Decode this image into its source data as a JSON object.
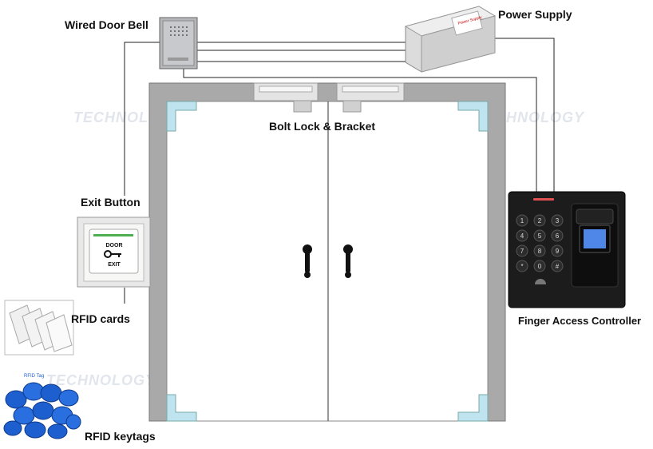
{
  "labels": {
    "doorbell": "Wired Door Bell",
    "power": "Power Supply",
    "bolt": "Bolt Lock & Bracket",
    "exit": "Exit Button",
    "rfid_cards": "RFID cards",
    "keytags": "RFID keytags",
    "finger": "Finger Access Controller"
  },
  "exit_plate": {
    "line1": "DOOR",
    "line2": "EXIT"
  },
  "keypad_keys": [
    "1",
    "2",
    "3",
    "4",
    "5",
    "6",
    "7",
    "8",
    "9",
    "*",
    "0",
    "#"
  ],
  "psu_label": "Power Supply",
  "rfid_tag_label": "RFID Tag",
  "watermark": "TECHNOLOGY",
  "colors": {
    "frame": "#a9a9a9",
    "wire": "#222222",
    "keytag": "#1e5fd0",
    "glass_corner": "#bfe3ef"
  }
}
